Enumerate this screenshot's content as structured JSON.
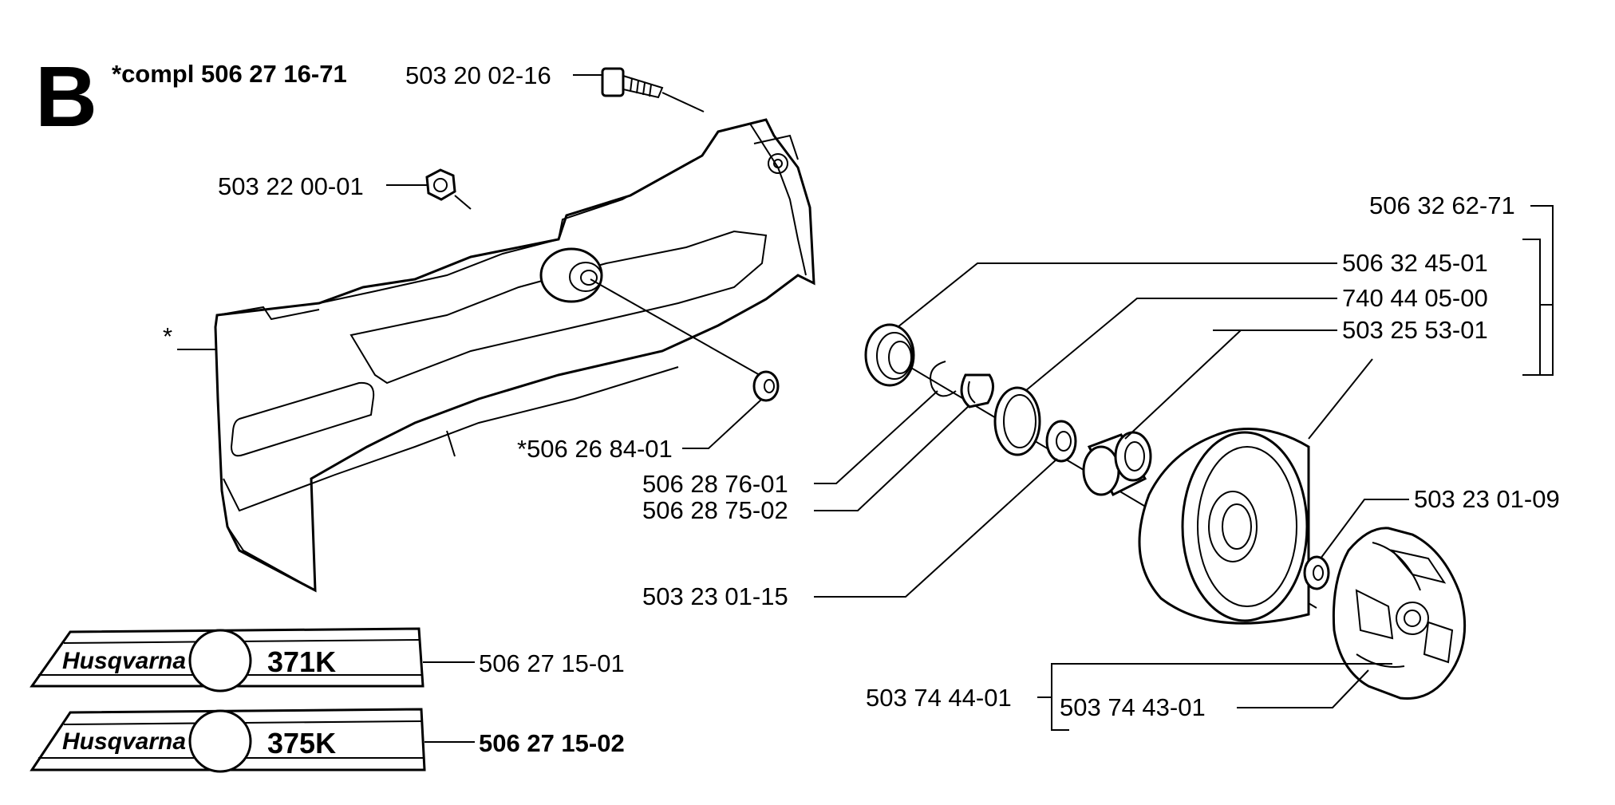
{
  "section_letter": "B",
  "kit_label": "*compl 506 27 16-71",
  "labels": {
    "bolt": "503 20 02-16",
    "nut": "503 22 00-01",
    "cover": "*",
    "spacer": "*506 26 84-01",
    "kit_group": "506 32 62-71",
    "seal": "506 32 45-01",
    "washer_large": "740 44 05-00",
    "needle_bearing": "503 25 53-01",
    "circlip": "506 28 76-01",
    "spring_clip": "506 28 75-02",
    "washer_small": "503 23 01-15",
    "clutch_washer": "503 23 01-09",
    "clutch_kit": "503 74 44-01",
    "clutch_shoe": "503 74 43-01",
    "decal_371": "506 27 15-01",
    "decal_375": "506 27 15-02"
  },
  "decals": {
    "brand": "Husqvarna",
    "model_371": "371K",
    "model_375": "375K"
  }
}
